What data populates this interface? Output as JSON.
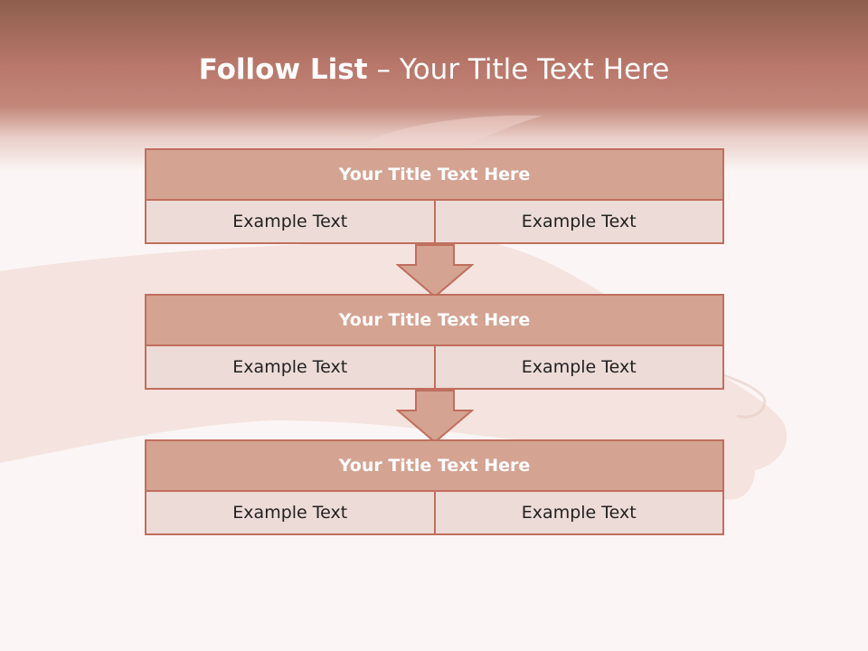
{
  "slide": {
    "title_bold": "Follow List",
    "title_rest": "– Your Title Text Here"
  },
  "blocks": [
    {
      "title": "Your Title Text Here",
      "left": "Example Text",
      "right": "Example Text"
    },
    {
      "title": "Your Title Text Here",
      "left": "Example Text",
      "right": "Example Text"
    },
    {
      "title": "Your Title Text Here",
      "left": "Example Text",
      "right": "Example Text"
    }
  ],
  "colors": {
    "header_top": "#8e5f4d",
    "header_mid": "#c3877a",
    "block_header": "#d4a392",
    "block_body": "#ecdbd6",
    "border": "#c06f5e",
    "background": "#fbf6f5"
  }
}
